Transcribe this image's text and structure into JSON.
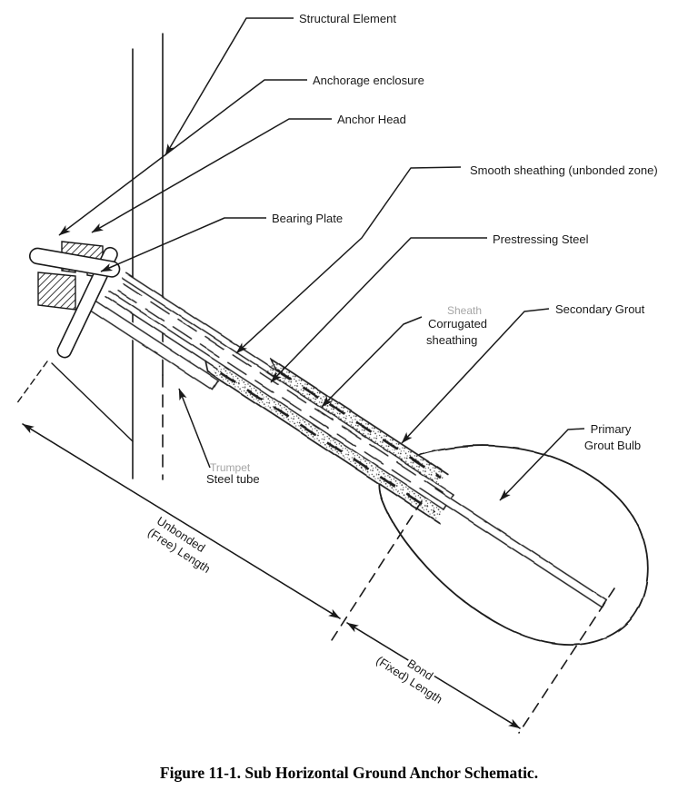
{
  "figure": {
    "caption": "Figure 11-1.  Sub Horizontal Ground Anchor Schematic.",
    "labels": {
      "structural_element": "Structural Element",
      "anchorage_enclosure": "Anchorage enclosure",
      "anchor_head": "Anchor Head",
      "smooth_sheathing": "Smooth sheathing (unbonded zone)",
      "bearing_plate": "Bearing Plate",
      "prestressing_steel": "Prestressing Steel",
      "secondary_grout": "Secondary Grout",
      "corrugated_sheathing": [
        "Corrugated",
        "sheathing"
      ],
      "primary_grout_bulb": [
        "Primary",
        "Grout Bulb"
      ],
      "steel_tube": "Steel tube",
      "unbonded_length": [
        "Unbonded",
        "(Free) Length"
      ],
      "bond_length": [
        "Bond",
        "(Fixed) Length"
      ],
      "ghost_sheath": "Sheath",
      "ghost_trumpet": "Trumpet"
    },
    "colors": {
      "ink": "#1a1a1a",
      "ghost": "#8f8f8f",
      "background": "#ffffff"
    }
  }
}
